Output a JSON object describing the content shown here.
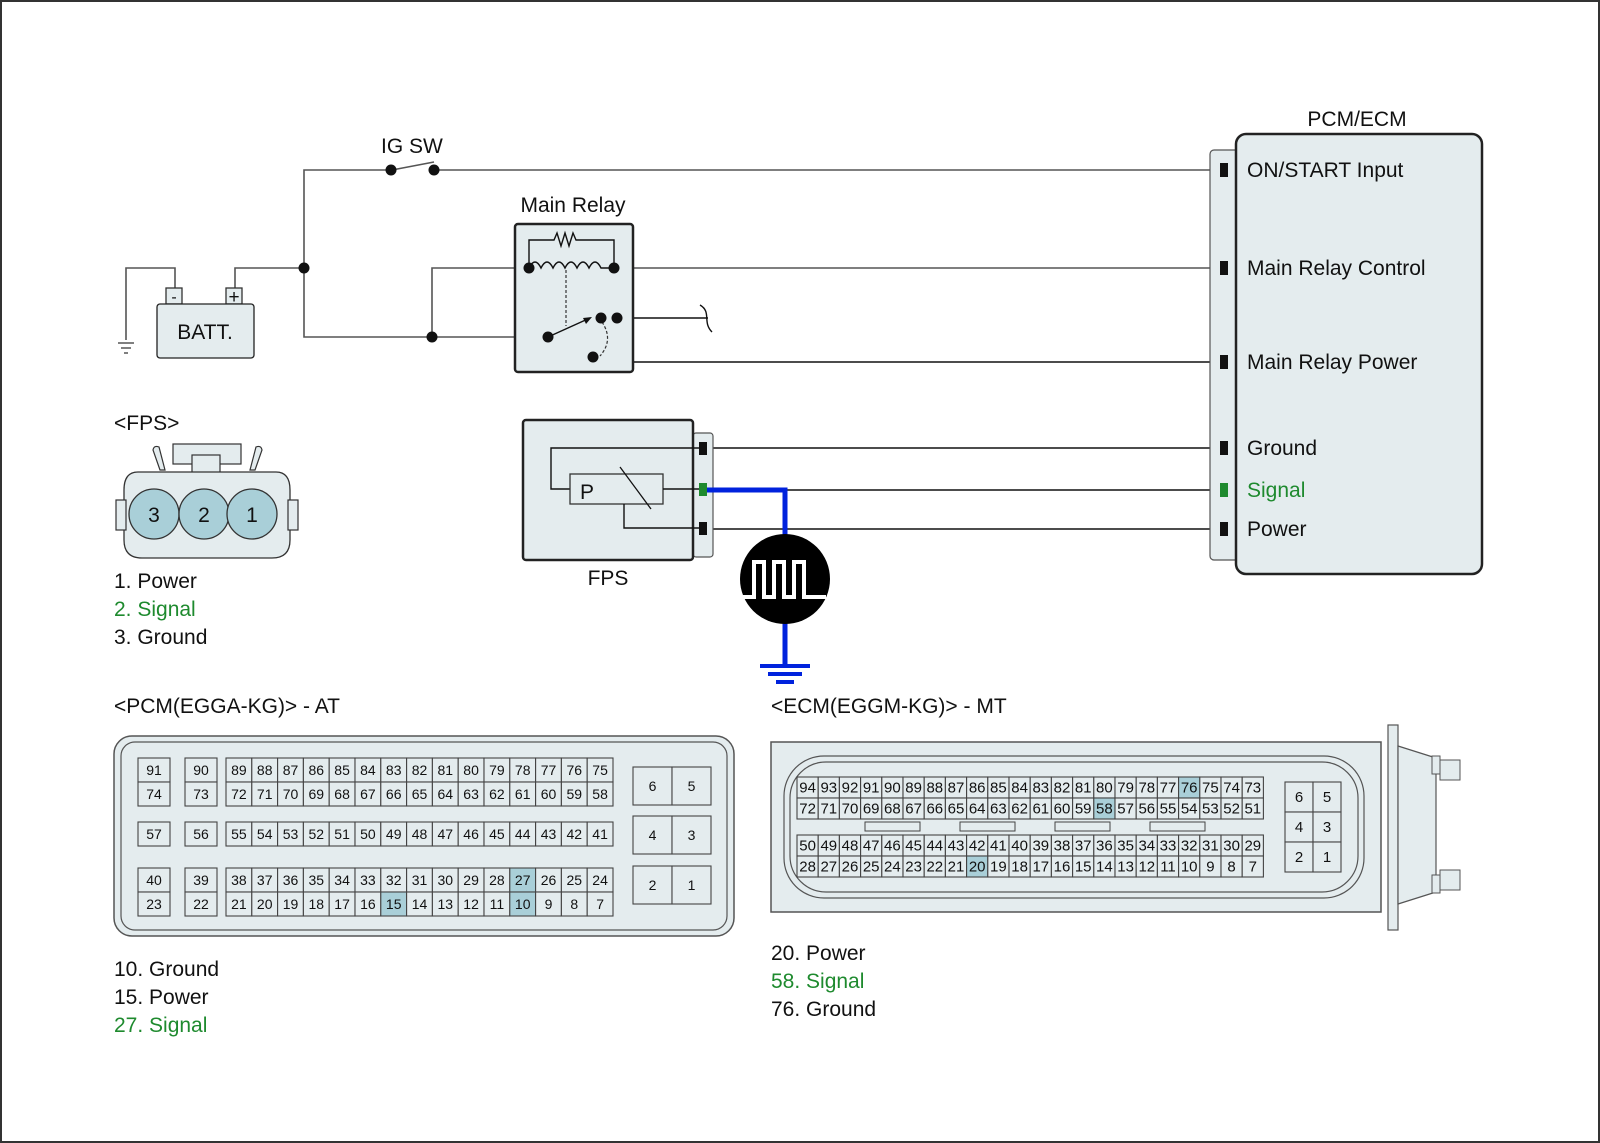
{
  "schematic": {
    "ig_switch_label": "IG SW",
    "main_relay_label": "Main Relay",
    "battery_label": "BATT.",
    "battery_neg": "-",
    "battery_pos": "+",
    "sensor_label": "FPS",
    "sensor_element_label": "P",
    "module_title": "PCM/ECM",
    "module_pins": [
      {
        "label": "ON/START Input",
        "color": "#111111"
      },
      {
        "label": "Main Relay Control",
        "color": "#111111"
      },
      {
        "label": "Main Relay Power",
        "color": "#111111"
      },
      {
        "label": "Ground",
        "color": "#111111"
      },
      {
        "label": "Signal",
        "color": "#1e8a2e"
      },
      {
        "label": "Power",
        "color": "#111111"
      }
    ],
    "probe_wire_color": "#0022dd"
  },
  "fps_connector": {
    "title": "<FPS>",
    "pins": [
      "3",
      "2",
      "1"
    ],
    "legend": [
      {
        "text": "1. Power",
        "highlight": false
      },
      {
        "text": "2. Signal",
        "highlight": true
      },
      {
        "text": "3. Ground",
        "highlight": false
      }
    ]
  },
  "pcm_connector": {
    "title": "<PCM(EGGA-KG)> - AT",
    "left_cols": [
      [
        "91",
        "74"
      ],
      [
        "90",
        "73"
      ]
    ],
    "left_mid": [
      "57",
      "56"
    ],
    "left_bot": [
      [
        "40",
        "23"
      ],
      [
        "39",
        "22"
      ]
    ],
    "top_block": [
      [
        "89",
        "88",
        "87",
        "86",
        "85",
        "84",
        "83",
        "82",
        "81",
        "80",
        "79",
        "78",
        "77",
        "76",
        "75"
      ],
      [
        "72",
        "71",
        "70",
        "69",
        "68",
        "67",
        "66",
        "65",
        "64",
        "63",
        "62",
        "61",
        "60",
        "59",
        "58"
      ]
    ],
    "mid_block": [
      "55",
      "54",
      "53",
      "52",
      "51",
      "50",
      "49",
      "48",
      "47",
      "46",
      "45",
      "44",
      "43",
      "42",
      "41"
    ],
    "bot_block": [
      [
        "38",
        "37",
        "36",
        "35",
        "34",
        "33",
        "32",
        "31",
        "30",
        "29",
        "28",
        "27",
        "26",
        "25",
        "24"
      ],
      [
        "21",
        "20",
        "19",
        "18",
        "17",
        "16",
        "15",
        "14",
        "13",
        "12",
        "11",
        "10",
        "9",
        "8",
        "7"
      ]
    ],
    "power_pins": [
      [
        "6",
        "5"
      ],
      [
        "4",
        "3"
      ],
      [
        "2",
        "1"
      ]
    ],
    "highlighted": [
      "10",
      "15",
      "27"
    ],
    "legend": [
      {
        "text": "10. Ground",
        "highlight": false
      },
      {
        "text": "15. Power",
        "highlight": false
      },
      {
        "text": "27. Signal",
        "highlight": true
      }
    ]
  },
  "ecm_connector": {
    "title": "<ECM(EGGM-KG)> - MT",
    "top_block": [
      [
        "94",
        "93",
        "92",
        "91",
        "90",
        "89",
        "88",
        "87",
        "86",
        "85",
        "84",
        "83",
        "82",
        "81",
        "80",
        "79",
        "78",
        "77",
        "76",
        "75",
        "74",
        "73"
      ],
      [
        "72",
        "71",
        "70",
        "69",
        "68",
        "67",
        "66",
        "65",
        "64",
        "63",
        "62",
        "61",
        "60",
        "59",
        "58",
        "57",
        "56",
        "55",
        "54",
        "53",
        "52",
        "51"
      ]
    ],
    "bot_block": [
      [
        "50",
        "49",
        "48",
        "47",
        "46",
        "45",
        "44",
        "43",
        "42",
        "41",
        "40",
        "39",
        "38",
        "37",
        "36",
        "35",
        "34",
        "33",
        "32",
        "31",
        "30",
        "29"
      ],
      [
        "28",
        "27",
        "26",
        "25",
        "24",
        "23",
        "22",
        "21",
        "20",
        "19",
        "18",
        "17",
        "16",
        "15",
        "14",
        "13",
        "12",
        "11",
        "10",
        "9",
        "8",
        "7"
      ]
    ],
    "power_pins": [
      [
        "6",
        "5"
      ],
      [
        "4",
        "3"
      ],
      [
        "2",
        "1"
      ]
    ],
    "highlighted": [
      "20",
      "58",
      "76"
    ],
    "legend": [
      {
        "text": "20. Power",
        "highlight": false
      },
      {
        "text": "58. Signal",
        "highlight": true
      },
      {
        "text": "76. Ground",
        "highlight": false
      }
    ]
  },
  "colors": {
    "panel": "#e4ecee",
    "highlight_pin": "#a9cfd8",
    "signal_green": "#1e8a2e",
    "probe_blue": "#0022dd"
  }
}
